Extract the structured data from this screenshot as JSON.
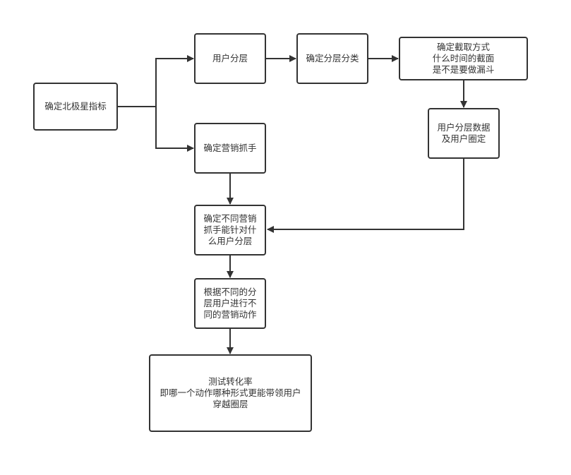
{
  "diagram": {
    "type": "flowchart",
    "colors": {
      "stroke": "#333333",
      "text": "#333333",
      "background": "#ffffff",
      "node_fill": "#ffffff"
    },
    "nodes": {
      "n1": {
        "label": "确定北极星指标"
      },
      "n2": {
        "label": "用户分层"
      },
      "n3": {
        "label": "确定分层分类"
      },
      "n4": {
        "label": "确定截取方式\n什么时间的截面\n是不是要做漏斗"
      },
      "n5": {
        "label": "用户分层数据\n及用户圈定"
      },
      "n6": {
        "label": "确定营销抓手"
      },
      "n7": {
        "label": "确定不同营销\n抓手能针对什\n么用户分层"
      },
      "n8": {
        "label": "根据不同的分\n层用户进行不\n同的营销动作"
      },
      "n9": {
        "label": "测试转化率\n即哪一个动作哪种形式更能带领用户\n穿越圈层"
      }
    },
    "edges": [
      {
        "from": "n1",
        "to": "n2"
      },
      {
        "from": "n1",
        "to": "n6"
      },
      {
        "from": "n2",
        "to": "n3"
      },
      {
        "from": "n3",
        "to": "n4"
      },
      {
        "from": "n4",
        "to": "n5"
      },
      {
        "from": "n5",
        "to": "n7"
      },
      {
        "from": "n6",
        "to": "n7"
      },
      {
        "from": "n7",
        "to": "n8"
      },
      {
        "from": "n8",
        "to": "n9"
      }
    ]
  }
}
